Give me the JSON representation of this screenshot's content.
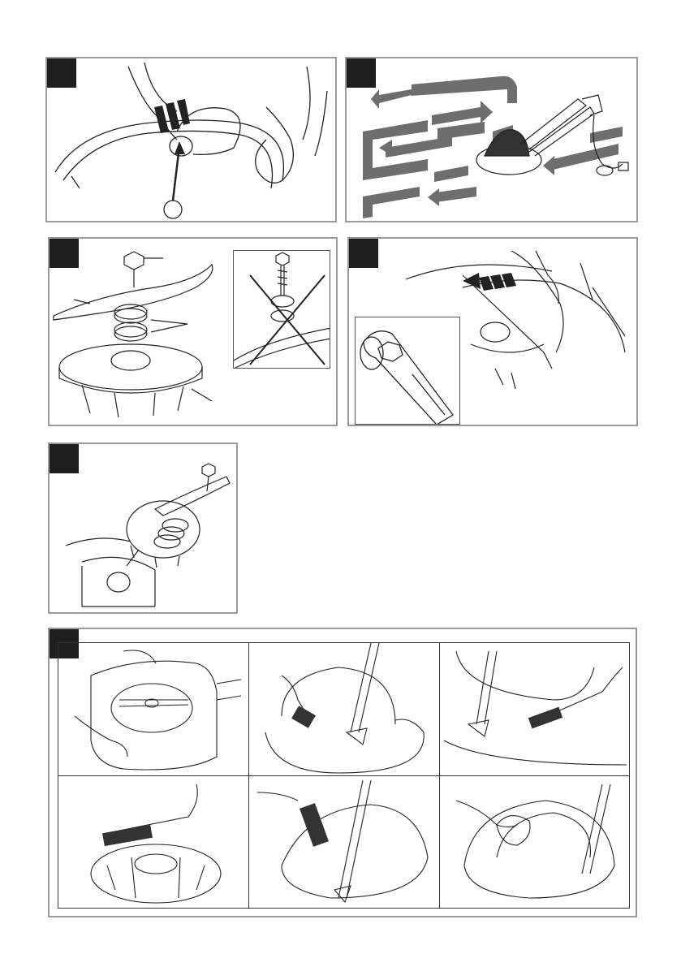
{
  "document": {
    "kind": "instruction-manual-illustration-page",
    "panels": [
      {
        "id": "panel-1",
        "illustration": "hands-pressing-switch-button-on-handle"
      },
      {
        "id": "panel-2",
        "illustration": "mowing-pattern-with-cable-and-arrows"
      },
      {
        "id": "panel-3",
        "illustration": "exploded-blade-spacers-fan-assembly"
      },
      {
        "id": "panel-4",
        "illustration": "removing-blade-with-spanner"
      },
      {
        "id": "panel-5",
        "illustration": "reassembling-fan-and-blade-onto-motor"
      },
      {
        "id": "panel-6",
        "illustration": "cleaning-steps-with-brush-and-cloth"
      }
    ],
    "colors": {
      "panel_border": "#9a9a9a",
      "number_badge": "#1e1e1e",
      "arrow_path": "#6e6e6e",
      "line_art": "#222222"
    }
  }
}
